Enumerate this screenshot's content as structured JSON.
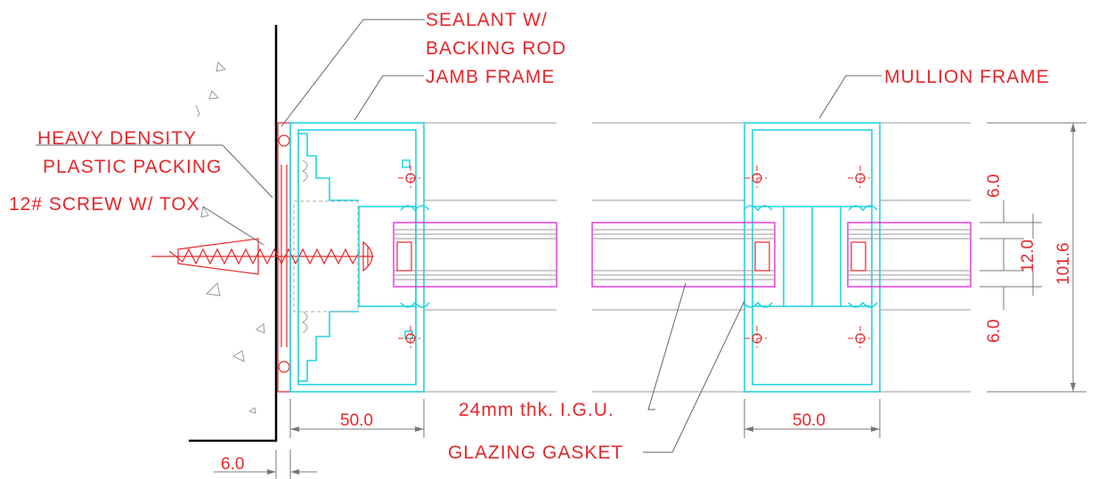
{
  "labels": {
    "sealant_line1": "SEALANT W/",
    "sealant_line2": "BACKING ROD",
    "jamb_frame": "JAMB FRAME",
    "mullion_frame": "MULLION FRAME",
    "packing_line1": "HEAVY DENSITY",
    "packing_line2": "PLASTIC PACKING",
    "screw": "12# SCREW W/ TOX",
    "igu": "24mm thk. I.G.U.",
    "gasket": "GLAZING GASKET"
  },
  "dimensions": {
    "jamb_width": "50.0",
    "mullion_width": "50.0",
    "wall_gap": "6.0",
    "top_offset": "6.0",
    "gap_12": "12.0",
    "bottom_offset": "6.0",
    "overall_depth": "101.6"
  },
  "colors": {
    "annotation": "#e8262a",
    "frame": "#22d3e6",
    "glass": "#e020e0",
    "wall": "#000000"
  }
}
